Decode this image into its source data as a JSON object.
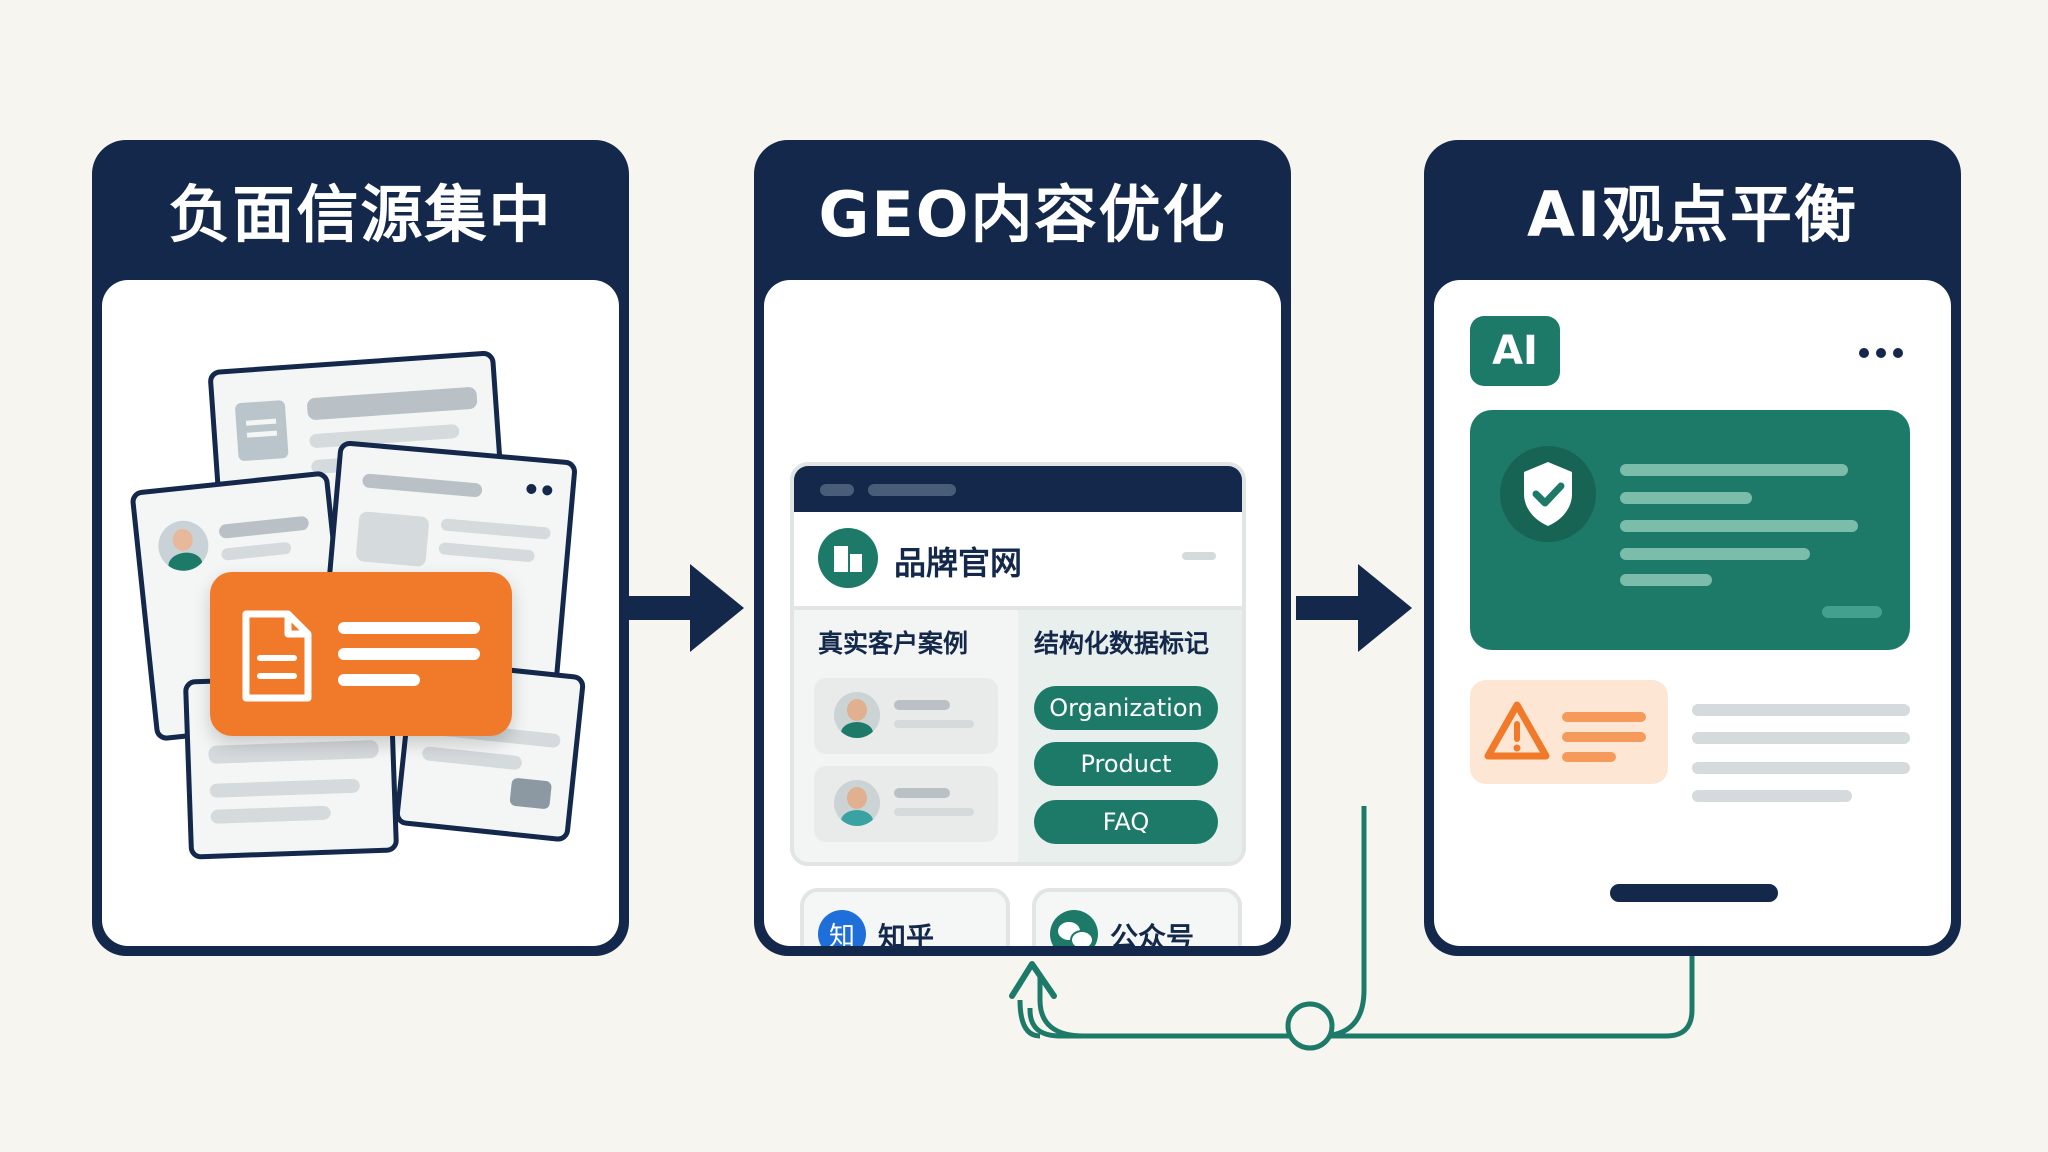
{
  "panels": [
    {
      "title": "负面信源集中"
    },
    {
      "title": "GEO内容优化",
      "brand_site": "品牌官网",
      "case_column": "真实客户案例",
      "structured_column": "结构化数据标记",
      "schema_tags": [
        "Organization",
        "Product",
        "FAQ"
      ],
      "platforms": [
        {
          "icon_text": "知",
          "name": "知乎"
        },
        {
          "name": "公众号"
        }
      ]
    },
    {
      "title": "AI观点平衡",
      "ai_badge": "AI"
    }
  ],
  "colors": {
    "navy": "#13284a",
    "teal": "#1e7a68",
    "orange": "#f07a2a",
    "light_orange": "#fde6d3",
    "zhihu_blue": "#1e6fd9"
  },
  "icons": [
    "document-icon",
    "person-avatar-icon",
    "chat-bubble-icon",
    "building-icon",
    "zhihu-icon",
    "wechat-icon",
    "shield-check-icon",
    "warning-icon",
    "more-dots-icon",
    "arrow-right-icon",
    "feedback-loop-arrow-icon"
  ]
}
